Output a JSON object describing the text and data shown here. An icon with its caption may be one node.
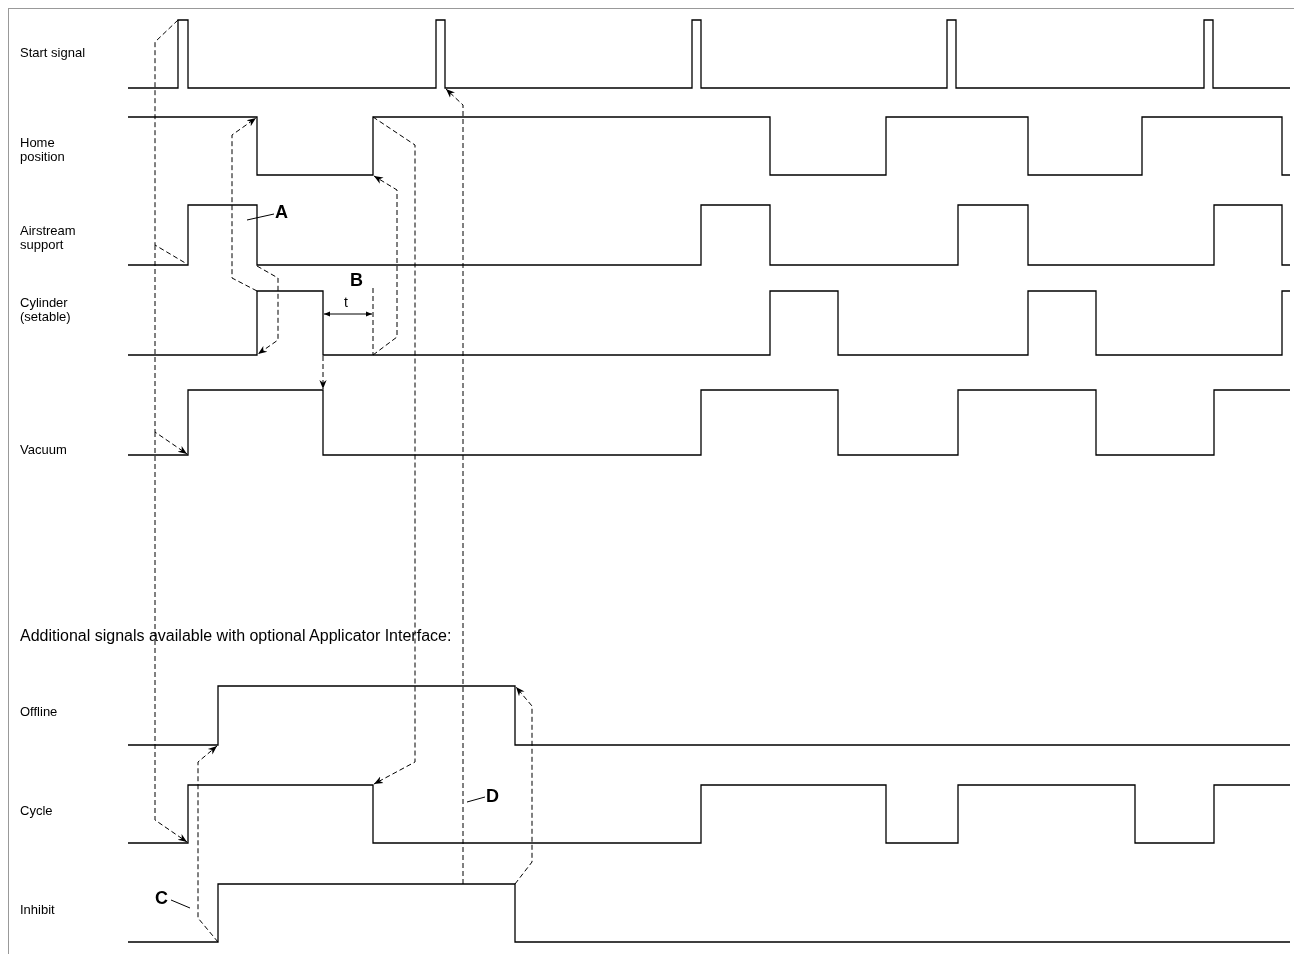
{
  "diagram": {
    "nodes": [
      {
        "text": [
          "A"
        ]
      },
      {
        "text": [
          "D"
        ]
      },
      {
        "text": [
          "C"
        ]
      }
    ],
    "edges": [
      {
        "from": 0,
        "to": null,
        "arrow": "none"
      },
      {
        "from": 1,
        "to": null,
        "arrow": "none"
      },
      {
        "from": 2,
        "to": null,
        "arrow": "none"
      }
    ],
    "labels": [
      "Start signal",
      "Home position",
      "Airstream support",
      "B",
      "t",
      "Cylinder (setable)",
      "Vacuum",
      "Additional signals available with optional Applicator Interface:",
      "Offline",
      "Cycle",
      "Inhibit"
    ]
  }
}
